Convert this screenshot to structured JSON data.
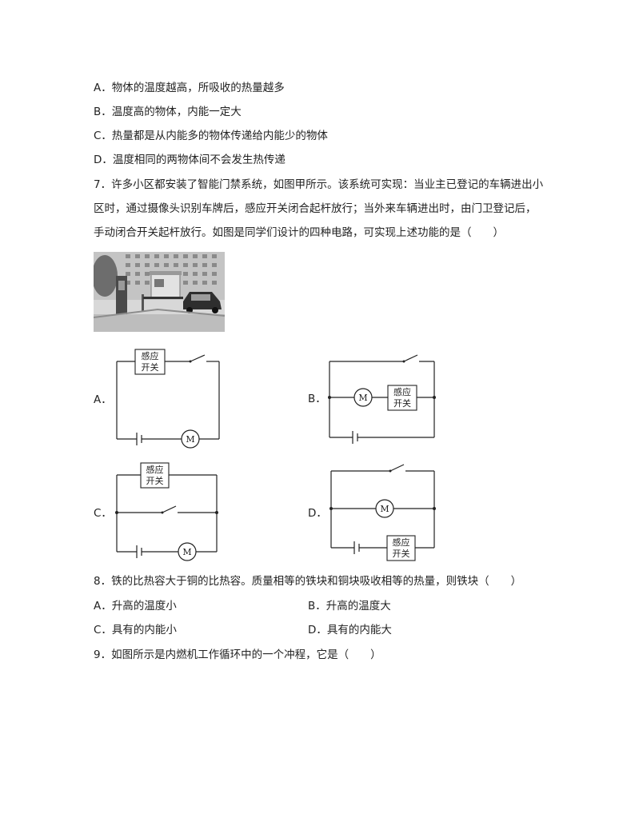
{
  "q6_options": [
    "A．物体的温度越高，所吸收的热量越多",
    "B．温度高的物体，内能一定大",
    "C．热量都是从内能多的物体传递给内能少的物体",
    "D．温度相同的两物体间不会发生热传递"
  ],
  "q7": {
    "line1": "7．许多小区都安装了智能门禁系统，如图甲所示。该系统可实现：当业主已登记的车辆进出小",
    "line2": "区时，通过摄像头识别车牌后，感应开关闭合起杆放行；当外来车辆进出时，由门卫登记后，",
    "line3": "手动闭合开关起杆放行。如图是同学们设计的四种电路，可实现上述功能的是（　　）",
    "option_labels": [
      "A．",
      "B．",
      "C．",
      "D．"
    ],
    "switch_box_line1": "感应",
    "switch_box_line2": "开关",
    "motor_symbol": "M"
  },
  "q8": {
    "stem": "8．铁的比热容大于铜的比热容。质量相等的铁块和铜块吸收相等的热量，则铁块（　　）",
    "options": [
      "A．升高的温度小",
      "B．升高的温度大",
      "C．具有的内能小",
      "D．具有的内能大"
    ]
  },
  "q9": {
    "stem": "9．如图所示是内燃机工作循环中的一个冲程，它是（　　）"
  }
}
